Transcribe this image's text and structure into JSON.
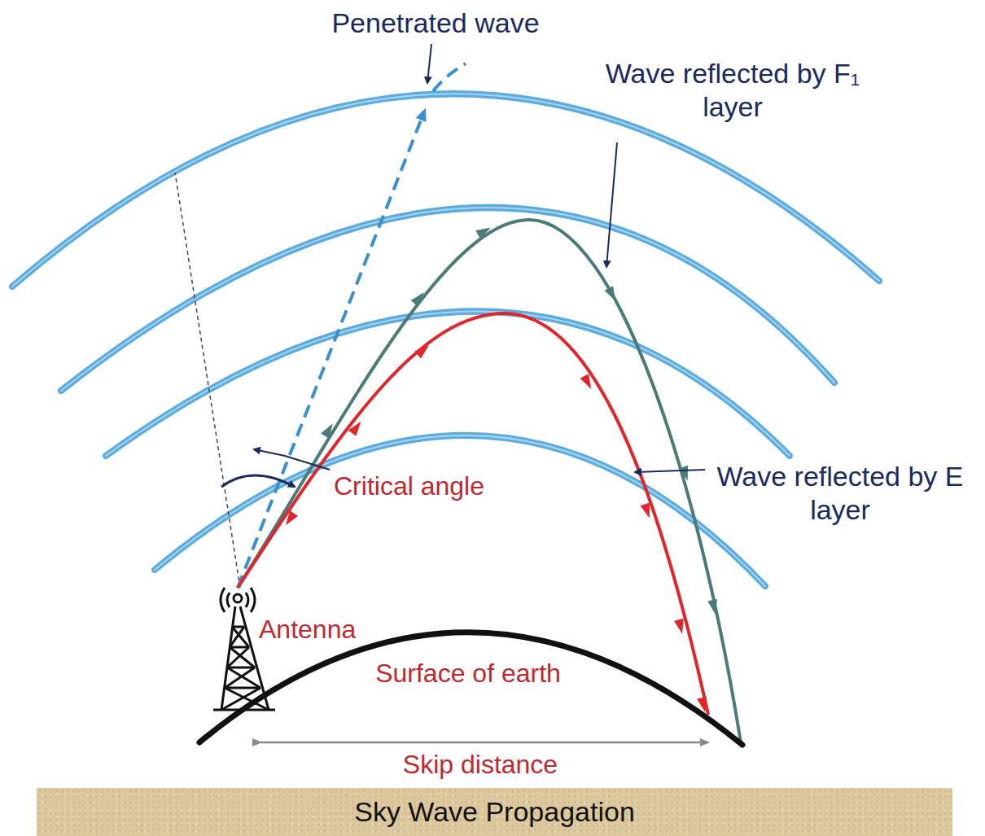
{
  "diagram": {
    "nodes": [
      {
        "text": [
          "Sky Wave Propagation"
        ]
      }
    ],
    "labels": [
      "Penetrated wave",
      "Wave reflected by F₁ layer",
      "Critical angle",
      "Wave reflected by E layer",
      "Antenna",
      "Surface of earth",
      "Skip distance"
    ]
  }
}
